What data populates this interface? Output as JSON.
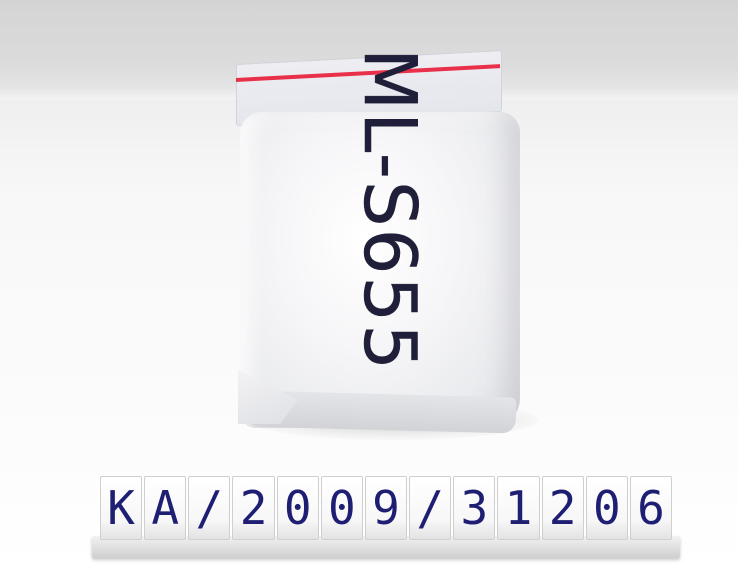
{
  "bag": {
    "handwritten_label": "ML-S655",
    "zip_color": "#e8304a"
  },
  "catalog_strip": {
    "characters": [
      "K",
      "A",
      "/",
      "2",
      "0",
      "0",
      "9",
      "/",
      "3",
      "1",
      "2",
      "0",
      "6"
    ],
    "text_color": "#1e1e73"
  }
}
